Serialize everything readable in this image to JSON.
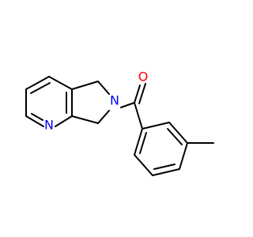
{
  "molecule": {
    "atoms": [
      {
        "id": "n_pyridine",
        "label": "N",
        "color": "#0000ff"
      },
      {
        "id": "n_amide",
        "label": "N",
        "color": "#0000ff"
      },
      {
        "id": "o_carbonyl",
        "label": "O",
        "color": "#ff0000"
      }
    ],
    "bond_color": "#000000"
  }
}
